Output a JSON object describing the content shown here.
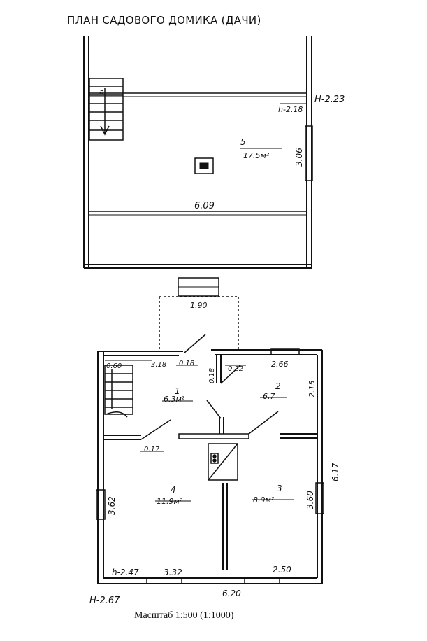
{
  "title": "ПЛАН САДОВОГО ДОМИКА (ДАЧИ)",
  "scale": "Масштаб 1:500 (1:1000)",
  "upper_floor": {
    "room_number": "5",
    "room_area": "17.5м²",
    "width": "6.09",
    "depth": "3.06",
    "height_outer": "Н-2.23",
    "height_inner": "h-2.18",
    "stair_mark": "a"
  },
  "ground_floor": {
    "porch_width": "1.90",
    "rooms": [
      {
        "number": "1",
        "area": "6.3м²"
      },
      {
        "number": "2",
        "area": "6.7"
      },
      {
        "number": "3",
        "area": "8.9м²"
      },
      {
        "number": "4",
        "area": "11.9м²"
      }
    ],
    "dims": {
      "d_060": "0.60",
      "d_318": "3.18",
      "d_018": "0.18",
      "d_018b": "0.18",
      "d_022": "0.22",
      "d_266": "2.66",
      "d_215": "2.15",
      "d_017": "0.17",
      "d_617": "6.17",
      "d_362": "3.62",
      "d_360": "3.60",
      "d_332": "3.32",
      "d_250": "2.50",
      "d_620": "6.20"
    },
    "height_inner": "h-2.47",
    "height_outer": "Н-2.67"
  }
}
